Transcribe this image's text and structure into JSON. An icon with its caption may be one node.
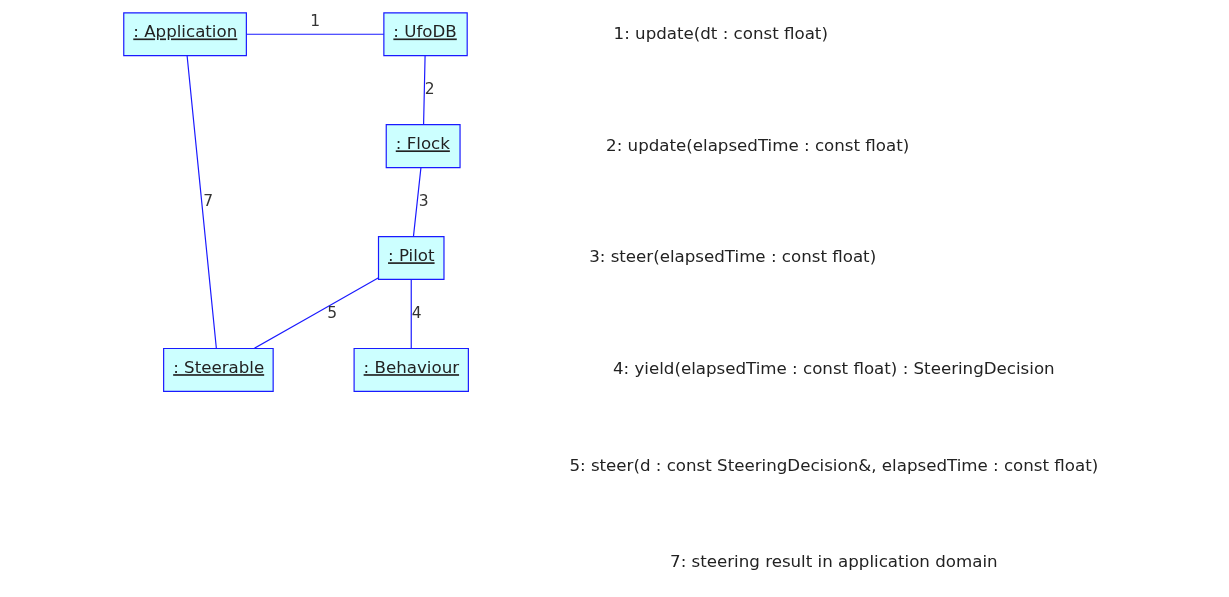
{
  "diagram": {
    "nodes": [
      {
        "text": [
          ": Application"
        ]
      },
      {
        "text": [
          ": UfoDB"
        ]
      },
      {
        "text": [
          ": Flock"
        ]
      },
      {
        "text": [
          ": Pilot"
        ]
      },
      {
        "text": [
          ": Steerable"
        ]
      },
      {
        "text": [
          ": Behaviour"
        ]
      }
    ],
    "edges": [
      {
        "from": 0,
        "to": 1,
        "arrow": "none",
        "label": "1"
      },
      {
        "from": 1,
        "to": 2,
        "arrow": "none",
        "label": "2"
      },
      {
        "from": 2,
        "to": 3,
        "arrow": "none",
        "label": "3"
      },
      {
        "from": 3,
        "to": 5,
        "arrow": "none",
        "label": "4"
      },
      {
        "from": 3,
        "to": 4,
        "arrow": "none",
        "label": "5"
      },
      {
        "from": 4,
        "to": 0,
        "arrow": "none",
        "label": "7"
      }
    ],
    "labels": [
      "1: update(dt : const float)",
      "2: update(elapsedTime : const float)",
      "3: steer(elapsedTime : const float)",
      "4: yield(elapsedTime : const float) : SteeringDecision",
      "5: steer(d : const SteeringDecision&, elapsedTime : const float)",
      "7: steering result in application domain"
    ]
  }
}
